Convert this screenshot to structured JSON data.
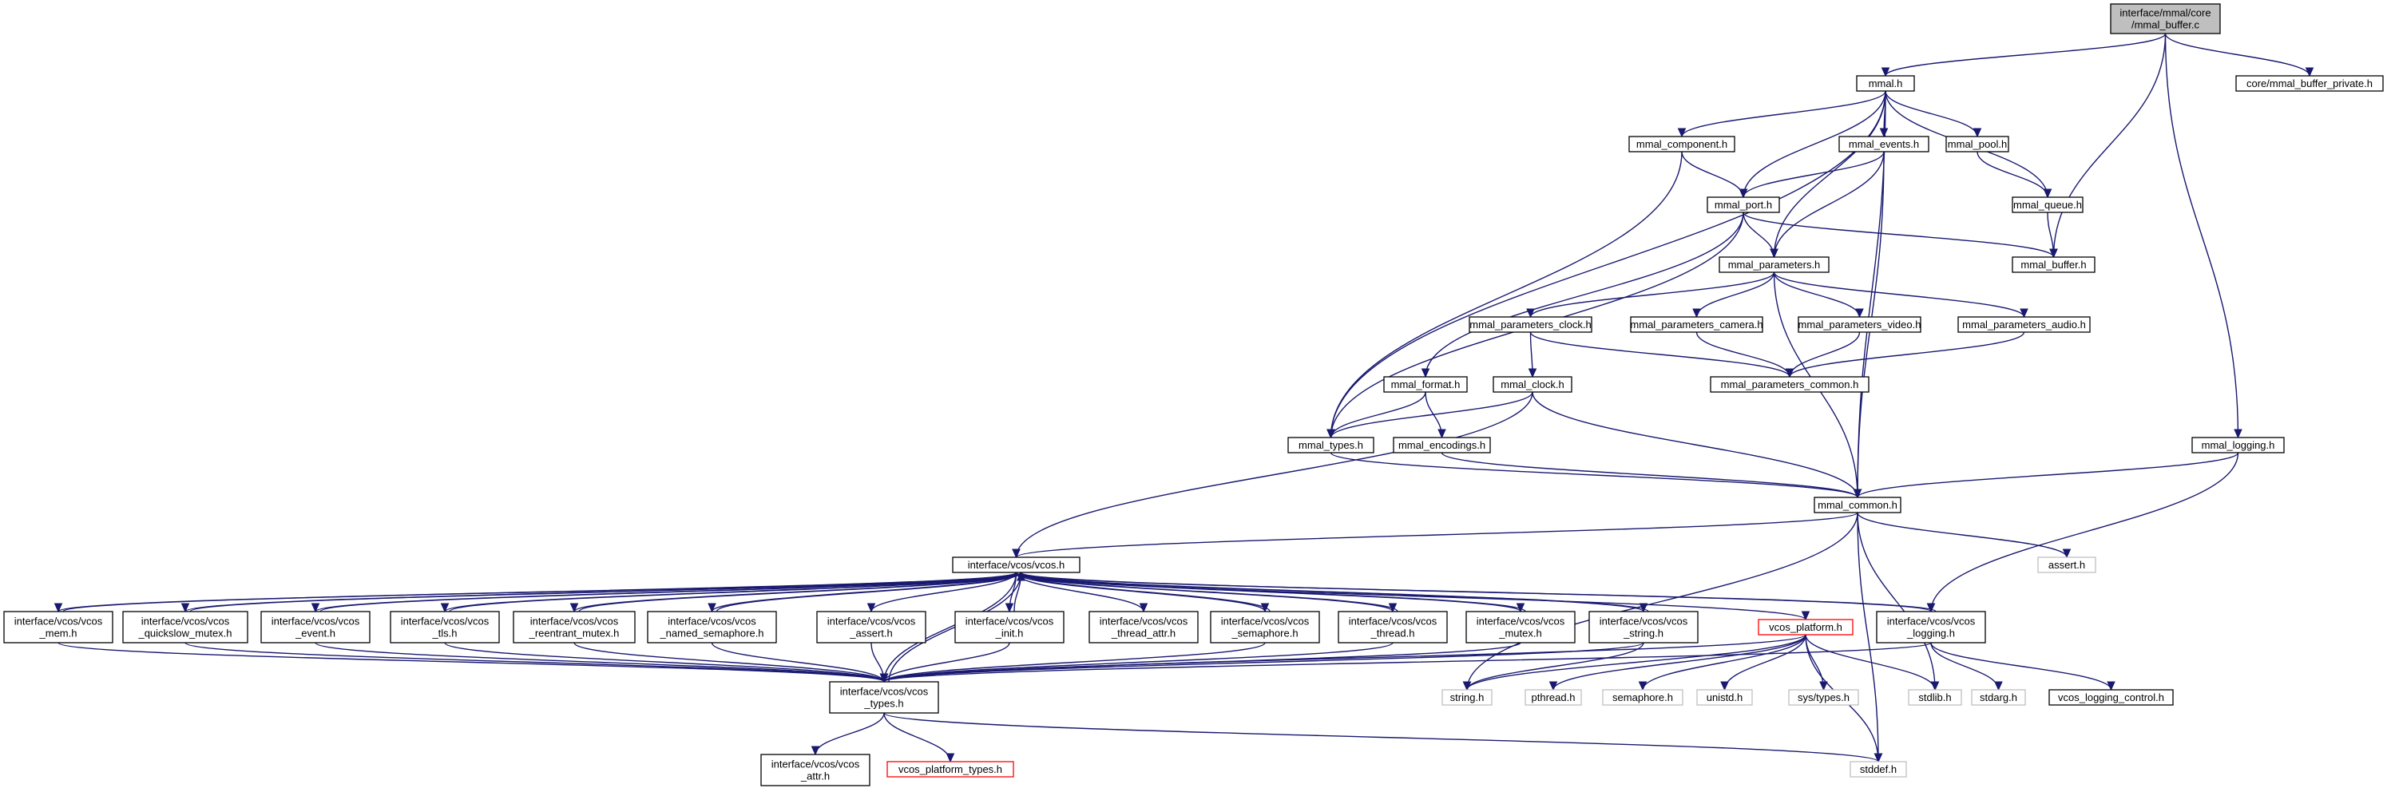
{
  "graph": {
    "edge_color": "#191970",
    "root_fill": "#bfbfbf",
    "external_border": "#bfbfbf",
    "incomplete_border": "#ff0000",
    "nodes": [
      {
        "id": "root",
        "lines": [
          "interface/mmal/core",
          "/mmal_buffer.c"
        ],
        "style": "root"
      },
      {
        "id": "mmal_h",
        "lines": [
          "mmal.h"
        ],
        "style": "normal"
      },
      {
        "id": "buffer_private",
        "lines": [
          "core/mmal_buffer_private.h"
        ],
        "style": "normal"
      },
      {
        "id": "component",
        "lines": [
          "mmal_component.h"
        ],
        "style": "normal"
      },
      {
        "id": "events",
        "lines": [
          "mmal_events.h"
        ],
        "style": "normal"
      },
      {
        "id": "pool",
        "lines": [
          "mmal_pool.h"
        ],
        "style": "normal"
      },
      {
        "id": "port",
        "lines": [
          "mmal_port.h"
        ],
        "style": "normal"
      },
      {
        "id": "queue",
        "lines": [
          "mmal_queue.h"
        ],
        "style": "normal"
      },
      {
        "id": "buffer",
        "lines": [
          "mmal_buffer.h"
        ],
        "style": "normal"
      },
      {
        "id": "parameters",
        "lines": [
          "mmal_parameters.h"
        ],
        "style": "normal"
      },
      {
        "id": "p_clock",
        "lines": [
          "mmal_parameters_clock.h"
        ],
        "style": "normal"
      },
      {
        "id": "p_camera",
        "lines": [
          "mmal_parameters_camera.h"
        ],
        "style": "normal"
      },
      {
        "id": "p_video",
        "lines": [
          "mmal_parameters_video.h"
        ],
        "style": "normal"
      },
      {
        "id": "p_audio",
        "lines": [
          "mmal_parameters_audio.h"
        ],
        "style": "normal"
      },
      {
        "id": "p_common",
        "lines": [
          "mmal_parameters_common.h"
        ],
        "style": "normal"
      },
      {
        "id": "format",
        "lines": [
          "mmal_format.h"
        ],
        "style": "normal"
      },
      {
        "id": "clock",
        "lines": [
          "mmal_clock.h"
        ],
        "style": "normal"
      },
      {
        "id": "types",
        "lines": [
          "mmal_types.h"
        ],
        "style": "normal"
      },
      {
        "id": "encodings",
        "lines": [
          "mmal_encodings.h"
        ],
        "style": "normal"
      },
      {
        "id": "logging",
        "lines": [
          "mmal_logging.h"
        ],
        "style": "normal"
      },
      {
        "id": "common",
        "lines": [
          "mmal_common.h"
        ],
        "style": "normal"
      },
      {
        "id": "vcos",
        "lines": [
          "interface/vcos/vcos.h"
        ],
        "style": "normal"
      },
      {
        "id": "assert_std",
        "lines": [
          "assert.h"
        ],
        "style": "ext"
      },
      {
        "id": "v_mem",
        "lines": [
          "interface/vcos/vcos",
          "_mem.h"
        ],
        "style": "normal"
      },
      {
        "id": "v_qmutex",
        "lines": [
          "interface/vcos/vcos",
          "_quickslow_mutex.h"
        ],
        "style": "normal"
      },
      {
        "id": "v_event",
        "lines": [
          "interface/vcos/vcos",
          "_event.h"
        ],
        "style": "normal"
      },
      {
        "id": "v_tls",
        "lines": [
          "interface/vcos/vcos",
          "_tls.h"
        ],
        "style": "normal"
      },
      {
        "id": "v_rmutex",
        "lines": [
          "interface/vcos/vcos",
          "_reentrant_mutex.h"
        ],
        "style": "normal"
      },
      {
        "id": "v_nsem",
        "lines": [
          "interface/vcos/vcos",
          "_named_semaphore.h"
        ],
        "style": "normal"
      },
      {
        "id": "v_assert",
        "lines": [
          "interface/vcos/vcos",
          "_assert.h"
        ],
        "style": "normal"
      },
      {
        "id": "v_init",
        "lines": [
          "interface/vcos/vcos",
          "_init.h"
        ],
        "style": "normal"
      },
      {
        "id": "v_tattr",
        "lines": [
          "interface/vcos/vcos",
          "_thread_attr.h"
        ],
        "style": "normal"
      },
      {
        "id": "v_sem",
        "lines": [
          "interface/vcos/vcos",
          "_semaphore.h"
        ],
        "style": "normal"
      },
      {
        "id": "v_thread",
        "lines": [
          "interface/vcos/vcos",
          "_thread.h"
        ],
        "style": "normal"
      },
      {
        "id": "v_mutex",
        "lines": [
          "interface/vcos/vcos",
          "_mutex.h"
        ],
        "style": "normal"
      },
      {
        "id": "v_string",
        "lines": [
          "interface/vcos/vcos",
          "_string.h"
        ],
        "style": "normal"
      },
      {
        "id": "v_platform",
        "lines": [
          "vcos_platform.h"
        ],
        "style": "red"
      },
      {
        "id": "v_logging",
        "lines": [
          "interface/vcos/vcos",
          "_logging.h"
        ],
        "style": "normal"
      },
      {
        "id": "v_types",
        "lines": [
          "interface/vcos/vcos",
          "_types.h"
        ],
        "style": "normal"
      },
      {
        "id": "string_h",
        "lines": [
          "string.h"
        ],
        "style": "ext"
      },
      {
        "id": "pthread_h",
        "lines": [
          "pthread.h"
        ],
        "style": "ext"
      },
      {
        "id": "semaphore_h",
        "lines": [
          "semaphore.h"
        ],
        "style": "ext"
      },
      {
        "id": "unistd_h",
        "lines": [
          "unistd.h"
        ],
        "style": "ext"
      },
      {
        "id": "systypes_h",
        "lines": [
          "sys/types.h"
        ],
        "style": "ext"
      },
      {
        "id": "stdlib_h",
        "lines": [
          "stdlib.h"
        ],
        "style": "ext"
      },
      {
        "id": "stdarg_h",
        "lines": [
          "stdarg.h"
        ],
        "style": "ext"
      },
      {
        "id": "logctl",
        "lines": [
          "vcos_logging_control.h"
        ],
        "style": "normal"
      },
      {
        "id": "v_attr",
        "lines": [
          "interface/vcos/vcos",
          "_attr.h"
        ],
        "style": "normal"
      },
      {
        "id": "pltypes",
        "lines": [
          "vcos_platform_types.h"
        ],
        "style": "red"
      },
      {
        "id": "stddef_h",
        "lines": [
          "stddef.h"
        ],
        "style": "ext"
      }
    ],
    "edges": [
      [
        "root",
        "mmal_h"
      ],
      [
        "root",
        "buffer_private"
      ],
      [
        "root",
        "buffer"
      ],
      [
        "root",
        "logging"
      ],
      [
        "mmal_h",
        "component"
      ],
      [
        "mmal_h",
        "events"
      ],
      [
        "mmal_h",
        "pool"
      ],
      [
        "mmal_h",
        "queue"
      ],
      [
        "mmal_h",
        "port"
      ],
      [
        "mmal_h",
        "parameters"
      ],
      [
        "mmal_h",
        "types"
      ],
      [
        "mmal_h",
        "common"
      ],
      [
        "component",
        "port"
      ],
      [
        "component",
        "types"
      ],
      [
        "events",
        "port"
      ],
      [
        "events",
        "parameters"
      ],
      [
        "events",
        "common"
      ],
      [
        "pool",
        "queue"
      ],
      [
        "queue",
        "buffer"
      ],
      [
        "port",
        "buffer"
      ],
      [
        "port",
        "parameters"
      ],
      [
        "port",
        "format"
      ],
      [
        "port",
        "types"
      ],
      [
        "parameters",
        "p_clock"
      ],
      [
        "parameters",
        "p_camera"
      ],
      [
        "parameters",
        "p_video"
      ],
      [
        "parameters",
        "p_audio"
      ],
      [
        "parameters",
        "common"
      ],
      [
        "p_clock",
        "clock"
      ],
      [
        "p_clock",
        "p_common"
      ],
      [
        "p_camera",
        "p_common"
      ],
      [
        "p_video",
        "p_common"
      ],
      [
        "p_audio",
        "p_common"
      ],
      [
        "format",
        "types"
      ],
      [
        "format",
        "encodings"
      ],
      [
        "clock",
        "types"
      ],
      [
        "clock",
        "common"
      ],
      [
        "clock",
        "vcos"
      ],
      [
        "types",
        "common"
      ],
      [
        "encodings",
        "common"
      ],
      [
        "logging",
        "common"
      ],
      [
        "logging",
        "v_logging"
      ],
      [
        "common",
        "vcos"
      ],
      [
        "common",
        "assert_std"
      ],
      [
        "common",
        "string_h"
      ],
      [
        "common",
        "stdlib_h"
      ],
      [
        "common",
        "stddef_h"
      ],
      [
        "vcos",
        "v_mem"
      ],
      [
        "vcos",
        "v_qmutex"
      ],
      [
        "vcos",
        "v_event"
      ],
      [
        "vcos",
        "v_tls"
      ],
      [
        "vcos",
        "v_rmutex"
      ],
      [
        "vcos",
        "v_nsem"
      ],
      [
        "vcos",
        "v_assert"
      ],
      [
        "vcos",
        "v_init"
      ],
      [
        "vcos",
        "v_tattr"
      ],
      [
        "vcos",
        "v_sem"
      ],
      [
        "vcos",
        "v_thread"
      ],
      [
        "vcos",
        "v_mutex"
      ],
      [
        "vcos",
        "v_string"
      ],
      [
        "vcos",
        "v_platform"
      ],
      [
        "vcos",
        "v_logging"
      ],
      [
        "vcos",
        "v_types"
      ],
      [
        "v_mem",
        "vcos"
      ],
      [
        "v_qmutex",
        "vcos"
      ],
      [
        "v_event",
        "vcos"
      ],
      [
        "v_tls",
        "vcos"
      ],
      [
        "v_rmutex",
        "vcos"
      ],
      [
        "v_nsem",
        "vcos"
      ],
      [
        "v_init",
        "vcos"
      ],
      [
        "v_sem",
        "vcos"
      ],
      [
        "v_thread",
        "vcos"
      ],
      [
        "v_mutex",
        "vcos"
      ],
      [
        "v_string",
        "vcos"
      ],
      [
        "v_logging",
        "vcos"
      ],
      [
        "v_types",
        "vcos"
      ],
      [
        "v_mem",
        "v_types"
      ],
      [
        "v_qmutex",
        "v_types"
      ],
      [
        "v_event",
        "v_types"
      ],
      [
        "v_tls",
        "v_types"
      ],
      [
        "v_rmutex",
        "v_types"
      ],
      [
        "v_nsem",
        "v_types"
      ],
      [
        "v_assert",
        "v_types"
      ],
      [
        "v_init",
        "v_types"
      ],
      [
        "v_sem",
        "v_types"
      ],
      [
        "v_thread",
        "v_types"
      ],
      [
        "v_mutex",
        "v_types"
      ],
      [
        "v_string",
        "v_types"
      ],
      [
        "v_logging",
        "v_types"
      ],
      [
        "v_string",
        "string_h"
      ],
      [
        "v_platform",
        "v_types"
      ],
      [
        "v_platform",
        "string_h"
      ],
      [
        "v_platform",
        "pthread_h"
      ],
      [
        "v_platform",
        "semaphore_h"
      ],
      [
        "v_platform",
        "unistd_h"
      ],
      [
        "v_platform",
        "systypes_h"
      ],
      [
        "v_platform",
        "stdlib_h"
      ],
      [
        "v_platform",
        "stddef_h"
      ],
      [
        "v_logging",
        "stdarg_h"
      ],
      [
        "v_logging",
        "logctl"
      ],
      [
        "v_types",
        "v_attr"
      ],
      [
        "v_types",
        "pltypes"
      ],
      [
        "v_types",
        "stddef_h"
      ]
    ]
  }
}
